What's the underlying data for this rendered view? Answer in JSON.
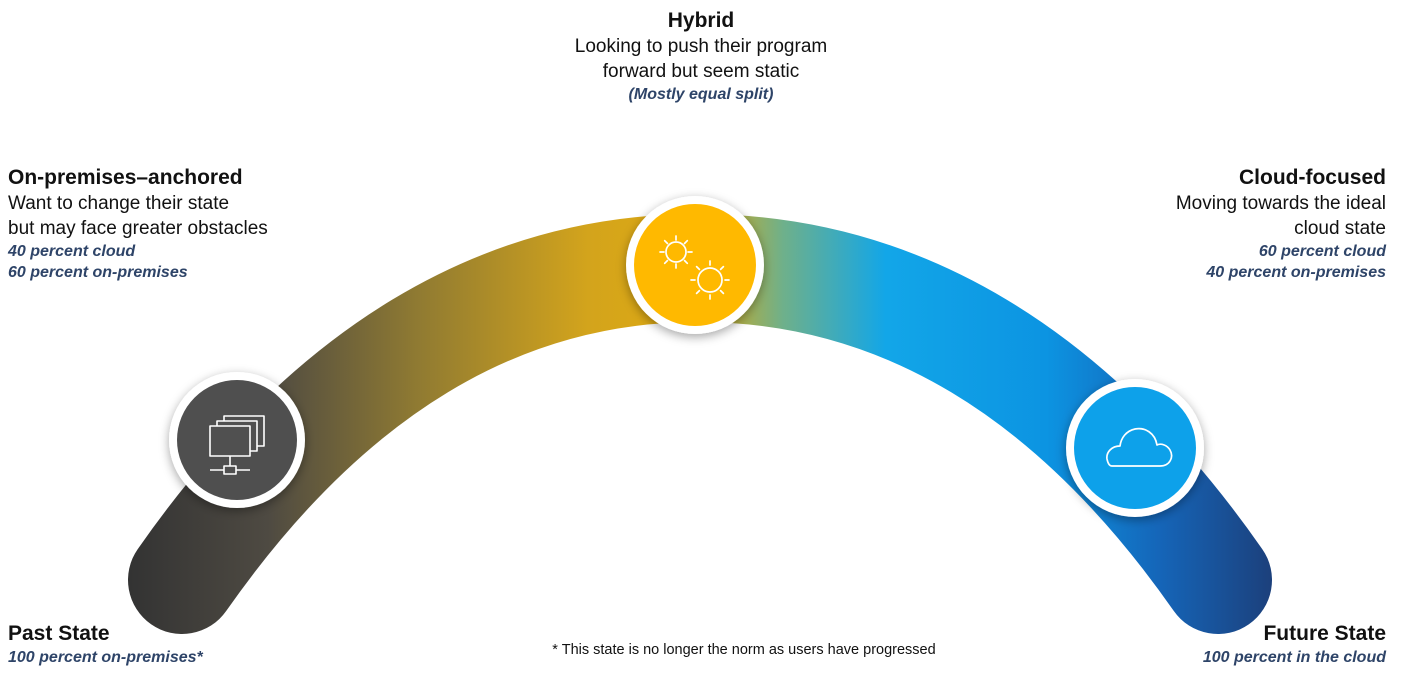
{
  "diagram": {
    "hybrid": {
      "title": "Hybrid",
      "description_lines": [
        "Looking to push their program",
        "forward but seem static"
      ],
      "note": "(Mostly equal split)",
      "icon": "gears-icon",
      "color": "#FFB900"
    },
    "on_premises_anchored": {
      "title": "On-premises–anchored",
      "description_lines": [
        "Want to change their state",
        "but may face greater obstacles"
      ],
      "stats": [
        "40 percent cloud",
        "60 percent on-premises"
      ],
      "icon": "server-network-icon",
      "color": "#505050"
    },
    "cloud_focused": {
      "title": "Cloud-focused",
      "description_lines": [
        "Moving towards the ideal",
        "cloud state"
      ],
      "stats": [
        "60 percent cloud",
        "40 percent on-premises"
      ],
      "icon": "cloud-icon",
      "color": "#0EA1EA"
    },
    "past_state": {
      "title": "Past State",
      "stat": "100 percent on-premises*"
    },
    "future_state": {
      "title": "Future State",
      "stat": "100 percent in the cloud"
    },
    "footnote": "* This state is no longer the norm as users have progressed",
    "colors": {
      "past": "#3A3A3A",
      "on_premises": "#7A6535",
      "hybrid": "#D9A514",
      "transition": "#6FB08A",
      "cloud": "#0AA0EC",
      "future": "#1F4E8A",
      "stat_text": "#2E4468"
    }
  }
}
